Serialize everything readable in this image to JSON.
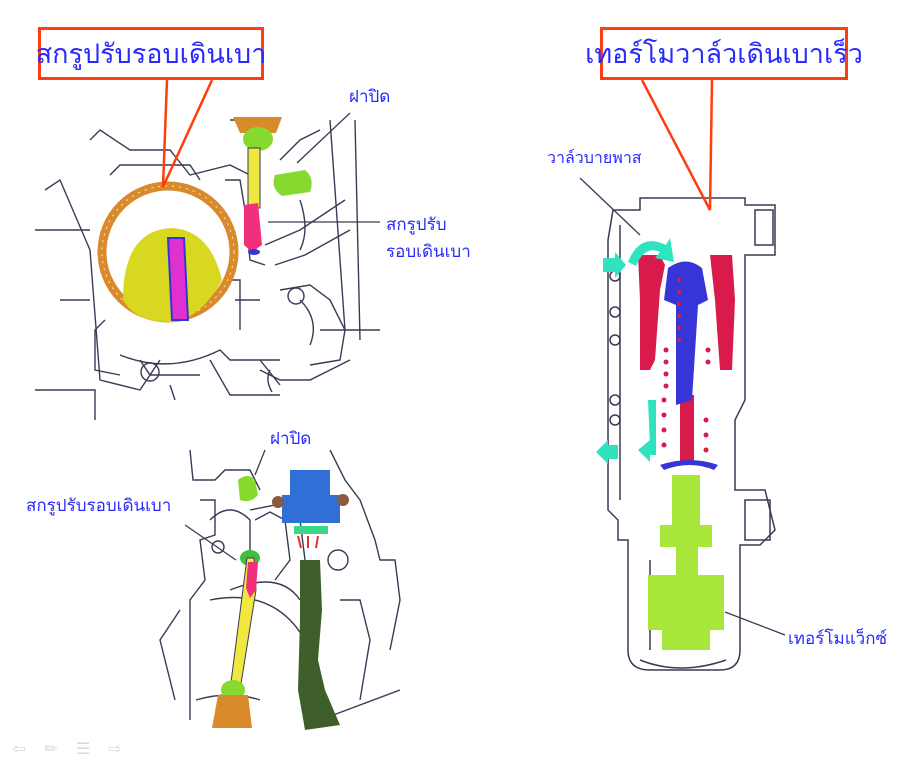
{
  "callouts": {
    "idle_screw_title": "สกรูปรับรอบเดินเบา",
    "thermo_valve_title": "เทอร์โมวาล์วเดินเบาเร็ว"
  },
  "labels": {
    "cap_top": "ฝาปิด",
    "idle_screw_top_line1": "สกรูปรับ",
    "idle_screw_top_line2": "รอบเดินเบา",
    "cap_bottom": "ฝาปิด",
    "idle_screw_bottom": "สกรูปรับรอบเดินเบา",
    "bypass_valve": "วาล์วบายพาส",
    "thermo_wax": "เทอร์โมแว็กซ์"
  },
  "nav": {
    "prev_icon": "arrow-left-icon",
    "pen_icon": "pen-icon",
    "menu_icon": "menu-icon",
    "next_icon": "arrow-right-icon"
  },
  "colors": {
    "callout_border": "#ff3d0f",
    "label_text": "#2a2aff",
    "ring": "#d98a2b",
    "plate": "#d8d820",
    "shaft": "#e030d0",
    "screw_body": "#f0e840",
    "screw_tip": "#f0307a",
    "cap_green": "#86d92e",
    "knob_orange": "#d98a2b",
    "sensor_blue": "#2f6fd6",
    "hose_green": "#3f5f2a",
    "valve_red": "#d81b4a",
    "valve_blue": "#3535d8",
    "wax_green": "#a8e63a",
    "arrow_teal": "#2fe3c0"
  }
}
